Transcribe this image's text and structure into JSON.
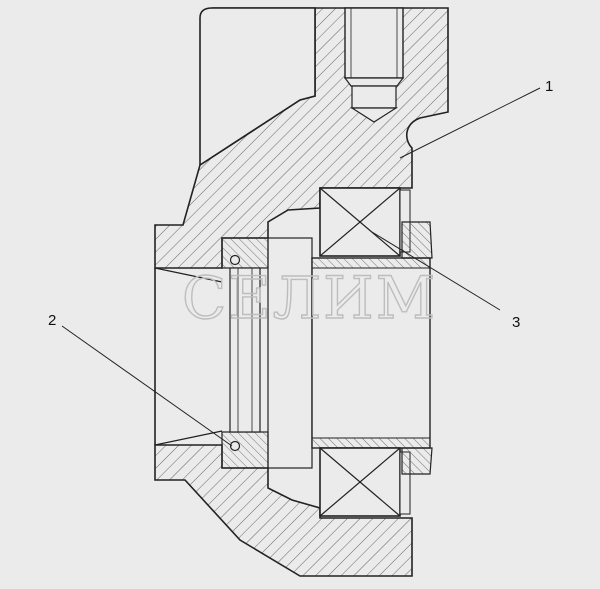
{
  "callouts": [
    {
      "number": "1"
    },
    {
      "number": "2"
    },
    {
      "number": "3"
    }
  ],
  "watermark": "СЕЛИМ",
  "colors": {
    "background": "#ebebeb",
    "line": "#222222",
    "hatch": "#555555"
  }
}
